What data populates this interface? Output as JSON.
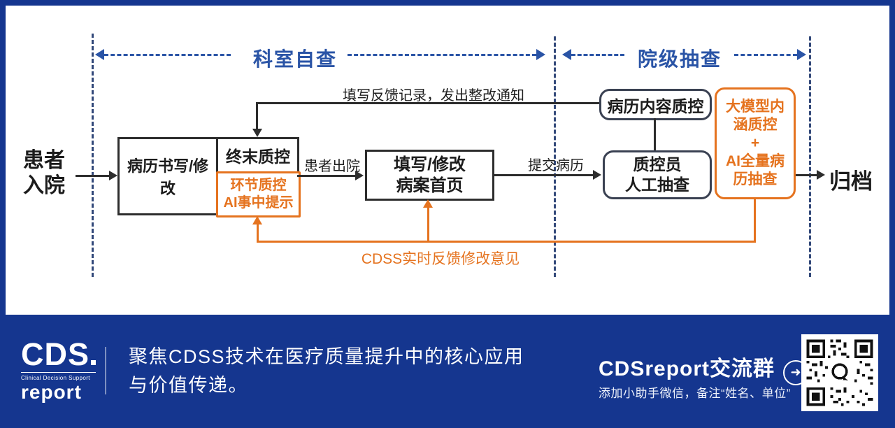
{
  "diagram": {
    "lanes": {
      "department": "科室自查",
      "hospital": "院级抽查"
    },
    "nodes": {
      "start_line1": "患者",
      "start_line2": "入院",
      "record_writing": "病历书写/修改",
      "final_qc": "终末质控",
      "process_qc_line1": "环节质控",
      "process_qc_line2": "AI事中提示",
      "fill_line1": "填写/修改",
      "fill_line2": "病案首页",
      "content_qc": "病历内容质控",
      "manual_check_line1": "质控员",
      "manual_check_line2": "人工抽查",
      "llm_lines": [
        "大模型内",
        "涵质控",
        "+",
        "AI全量病",
        "历抽查"
      ],
      "end": "归档"
    },
    "edges": {
      "discharge": "患者出院",
      "submit": "提交病历",
      "feedback_notice": "填写反馈记录，发出整改通知",
      "cdss_feedback": "CDSS实时反馈修改意见"
    }
  },
  "footer": {
    "logo_cds": "CDS",
    "logo_sub": "Clinical Decision Support",
    "logo_report": "report",
    "tagline_line1": "聚焦CDSS技术在医疗质量提升中的核心应用",
    "tagline_line2": "与价值传递。",
    "group_title": "CDSreport交流群",
    "arrow_icon": "➜",
    "group_sub": "添加小助手微信，备注“姓名、单位”"
  },
  "colors": {
    "background_blue": "#15368f",
    "accent_blue": "#2a54a6",
    "guide_navy": "#33497a",
    "accent_orange": "#e5731f",
    "line_ink": "#2d2d2d"
  }
}
